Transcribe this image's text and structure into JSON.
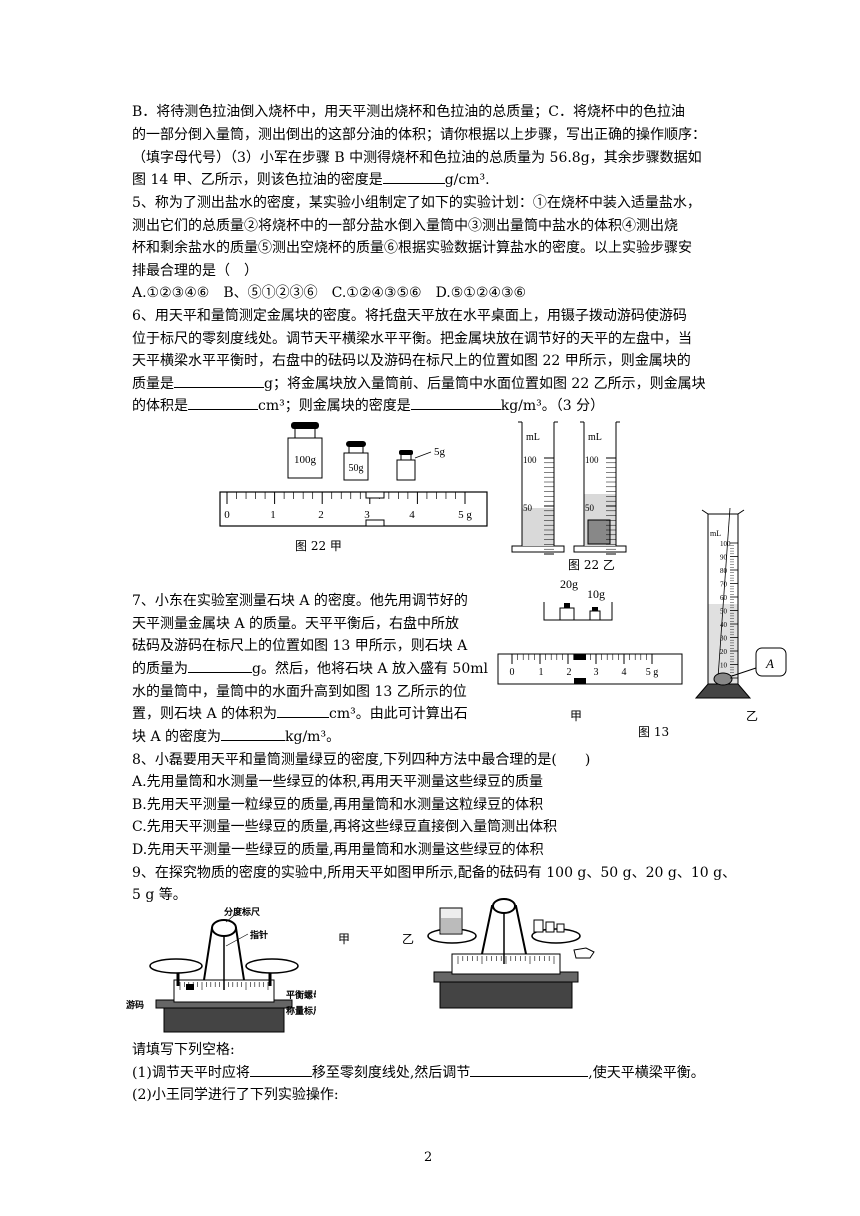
{
  "q4": {
    "l1": "B．将待测色拉油倒入烧杯中，用天平测出烧杯和色拉油的总质量；C．将烧杯中的色拉油",
    "l2": "的一部分倒入量筒，测出倒出的这部分油的体积；请你根据以上步骤，写出正确的操作顺序：",
    "l3": "（填字母代号）（3）小军在步骤 B 中测得烧杯和色拉油的总质量为 56.8g，其余步骤数据如",
    "l4a": "图 14 甲、乙所示，则该色拉油的密度是",
    "l4b": "g/cm³."
  },
  "q5": {
    "l1": "5、称为了测出盐水的密度，某实验小组制定了如下的实验计划：①在烧杯中装入适量盐水，",
    "l2": "测出它们的总质量②将烧杯中的一部分盐水倒入量筒中③测出量筒中盐水的体积④测出烧",
    "l3": "杯和剩余盐水的质量⑤测出空烧杯的质量⑥根据实验数据计算盐水的密度。以上实验步骤安",
    "l4": "排最合理的是（　）",
    "options": "A.①②③④⑥　B、⑤①②③⑥　C.①②④③⑤⑥　D.⑤①②④③⑥"
  },
  "q6": {
    "l1": "6、用天平和量筒测定金属块的密度。将托盘天平放在水平桌面上，用镊子拨动游码使游码",
    "l2": "位于标尺的零刻度线处。调节天平横梁水平平衡。把金属块放在调节好的天平的左盘中，当",
    "l3": "天平横梁水平平衡时，右盘中的砝码以及游码在标尺上的位置如图 22 甲所示，则金属块的",
    "l4a": "质量是",
    "l4b": "g；将金属块放入量筒前、后量筒中水面位置如图 22 乙所示，则金属块",
    "l5a": "的体积是",
    "l5b": "cm³；则金属块的密度是",
    "l5c": "kg/m³。（3 分）"
  },
  "fig22": {
    "weights": [
      "100g",
      "50g",
      "5g"
    ],
    "ruler_ticks": [
      "0",
      "1",
      "2",
      "3",
      "4",
      "5 g"
    ],
    "caption_a": "图 22 甲",
    "caption_b": "图 22 乙",
    "cyl_unit": "mL",
    "cyl_marks": [
      "100",
      "50"
    ]
  },
  "q7": {
    "l1": "7、小东在实验室测量石块 A 的密度。他先用调节好的",
    "l2": "天平测量金属块 A 的质量。天平平衡后，右盘中所放",
    "l3": "砝码及游码在标尺上的位置如图 13 甲所示，则石块 A",
    "l4a": "的质量为",
    "l4b": "g。然后，他将石块 A 放入盛有 50ml",
    "l5": "水的量筒中，量筒中的水面升高到如图 13 乙所示的位",
    "l6a": "置，则石块 A 的体积为",
    "l6b": "cm³。由此可计算出石",
    "l7a": "块 A 的密度为",
    "l7b": "kg/m³。"
  },
  "fig13": {
    "weights": [
      "20g",
      "10g"
    ],
    "ruler_ticks": [
      "0",
      "1",
      "2",
      "3",
      "4",
      "5 g"
    ],
    "label_a": "甲",
    "label_b": "乙",
    "caption": "图 13",
    "cyl_unit": "mL",
    "cyl_marks": [
      "100",
      "90",
      "80",
      "70",
      "60",
      "50",
      "40",
      "30",
      "20",
      "10"
    ],
    "stone": "A"
  },
  "q8": {
    "stem": "8、小磊要用天平和量筒测量绿豆的密度,下列四种方法中最合理的是(　　)",
    "a": "A.先用量筒和水测量一些绿豆的体积,再用天平测量这些绿豆的质量",
    "b": "B.先用天平测量一粒绿豆的质量,再用量筒和水测量这粒绿豆的体积",
    "c": "C.先用天平测量一些绿豆的质量,再将这些绿豆直接倒入量筒测出体积",
    "d": "D.先用天平测量一些绿豆的质量,再用量筒和水测量这些绿豆的体积"
  },
  "q9": {
    "l1": "9、在探究物质的密度的实验中,所用天平如图甲所示,配备的砝码有 100 g、50 g、20 g、10 g、",
    "l2": "5 g 等。",
    "labels": [
      "分度标尺",
      "指针",
      "平衡螺母",
      "称量标尺",
      "游码"
    ],
    "fig_a": "甲",
    "fig_b": "乙",
    "fill": "请填写下列空格:",
    "s1a": "(1)调节天平时应将",
    "s1b": "移至零刻度线处,然后调节",
    "s1c": ",使天平横梁平衡。",
    "s2": "(2)小王同学进行了下列实验操作:"
  },
  "page_number": "2"
}
